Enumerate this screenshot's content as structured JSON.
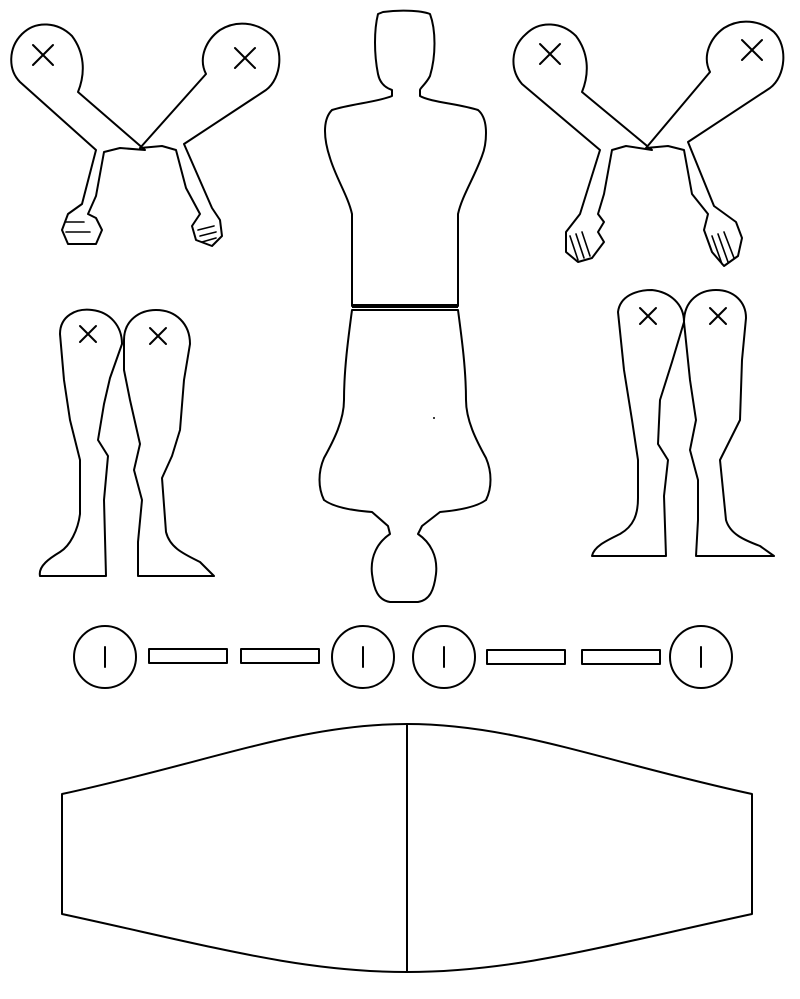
{
  "sheet": {
    "background_color": "#ffffff",
    "line_color": "#000000",
    "parts": [
      {
        "id": "arms-pair-left",
        "kind": "arms",
        "pivot_mark": "cross"
      },
      {
        "id": "arms-pair-right",
        "kind": "arms",
        "pivot_mark": "cross"
      },
      {
        "id": "torso",
        "kind": "body"
      },
      {
        "id": "legs-pair-left",
        "kind": "legs",
        "pivot_mark": "cross"
      },
      {
        "id": "legs-pair-right",
        "kind": "legs",
        "pivot_mark": "cross"
      },
      {
        "id": "connector-strips",
        "kind": "strips"
      },
      {
        "id": "base-panel",
        "kind": "panel"
      }
    ]
  }
}
